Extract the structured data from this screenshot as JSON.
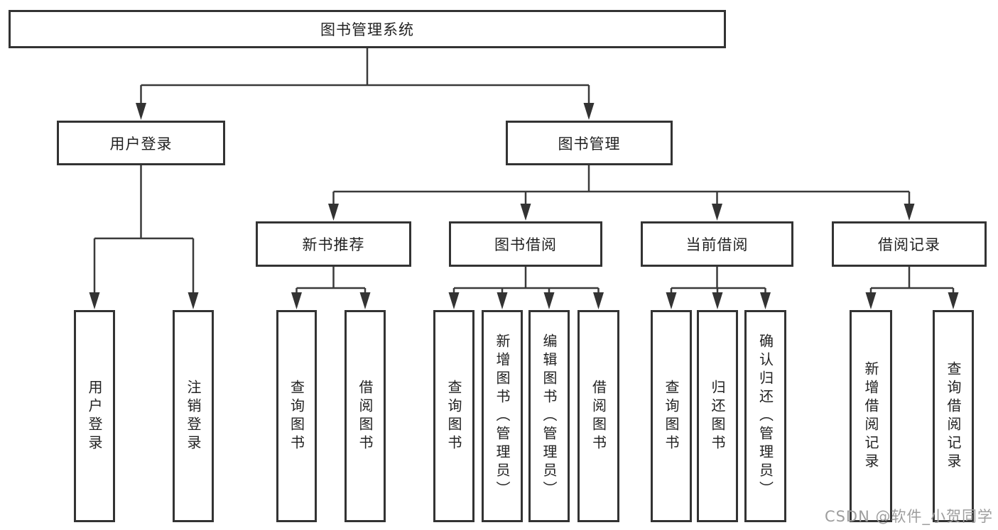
{
  "diagram": {
    "root": {
      "label": "图书管理系统"
    },
    "level2": {
      "user_login": {
        "label": "用户登录"
      },
      "book_mgmt": {
        "label": "图书管理"
      }
    },
    "level3": {
      "new_books": {
        "label": "新书推荐"
      },
      "book_borrow": {
        "label": "图书借阅"
      },
      "current_borrow": {
        "label": "当前借阅"
      },
      "borrow_records": {
        "label": "借阅记录"
      }
    },
    "leaves": {
      "user_login": [
        "用户登录",
        "注销登录"
      ],
      "new_books": [
        "查询图书",
        "借阅图书"
      ],
      "book_borrow": [
        "查询图书",
        "新增图书（管理员）",
        "编辑图书（管理员）",
        "借阅图书"
      ],
      "current_borrow": [
        "查询图书",
        "归还图书",
        "确认归还（管理员）"
      ],
      "borrow_records": [
        "新增借阅记录",
        "查询借阅记录"
      ]
    },
    "watermark": "CSDN @软件_小贺同学",
    "colors": {
      "line": "#3a3a3a",
      "box_border": "#333333",
      "box_fill": "#ffffff",
      "text": "#222222",
      "watermark": "#9e9e9e"
    }
  }
}
